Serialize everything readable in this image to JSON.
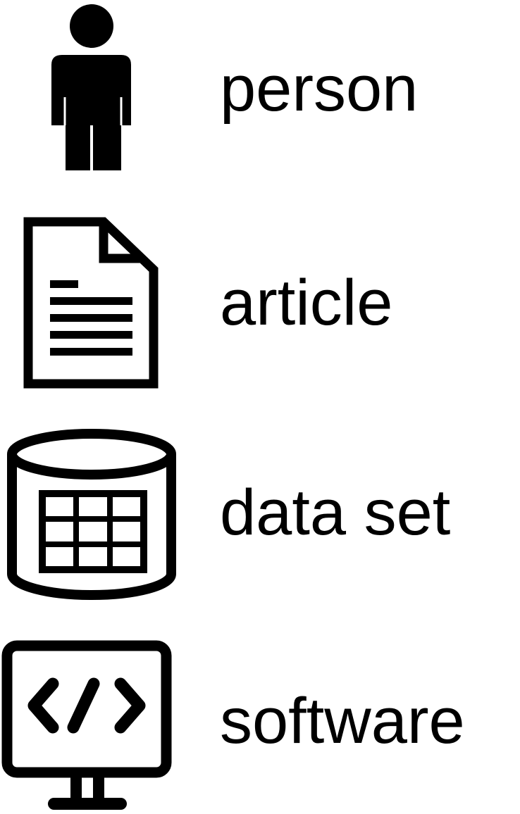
{
  "legend": {
    "items": [
      {
        "label": "person",
        "icon": "person-icon"
      },
      {
        "label": "article",
        "icon": "article-icon"
      },
      {
        "label": "data set",
        "icon": "data-set-icon"
      },
      {
        "label": "software",
        "icon": "software-icon"
      }
    ]
  },
  "colors": {
    "foreground": "#000000",
    "background": "#ffffff"
  }
}
